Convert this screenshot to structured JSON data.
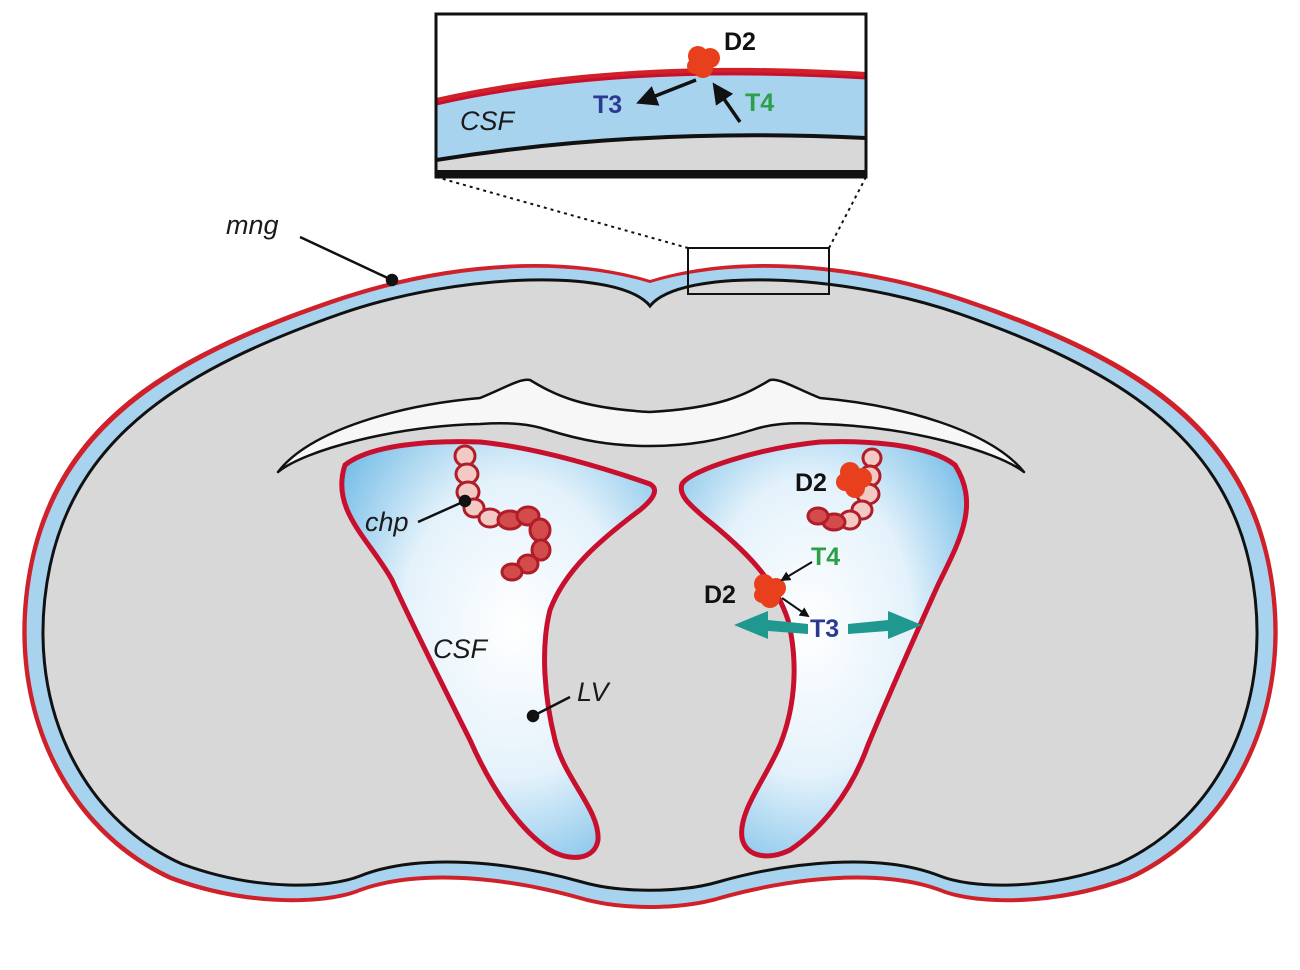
{
  "labels": {
    "mng": "mng",
    "csf_inset": "CSF",
    "csf_ventricle": "CSF",
    "chp": "chp",
    "lv": "LV",
    "d2_inset": "D2",
    "t3_inset": "T3",
    "t4_inset": "T4",
    "d2_choroid": "D2",
    "d2_ependyma": "D2",
    "t4_ependyma": "T4",
    "t3_ependyma": "T3"
  },
  "colors": {
    "tissue": "#d8d8d8",
    "csf": "#a7d3ee",
    "meninges": "#d0202a",
    "deiodinase": "#e8401c",
    "t3": "#2b3990",
    "t4": "#2ca048",
    "transport_arrow": "#1f9990",
    "choroid_plexus": "#c8323a"
  }
}
